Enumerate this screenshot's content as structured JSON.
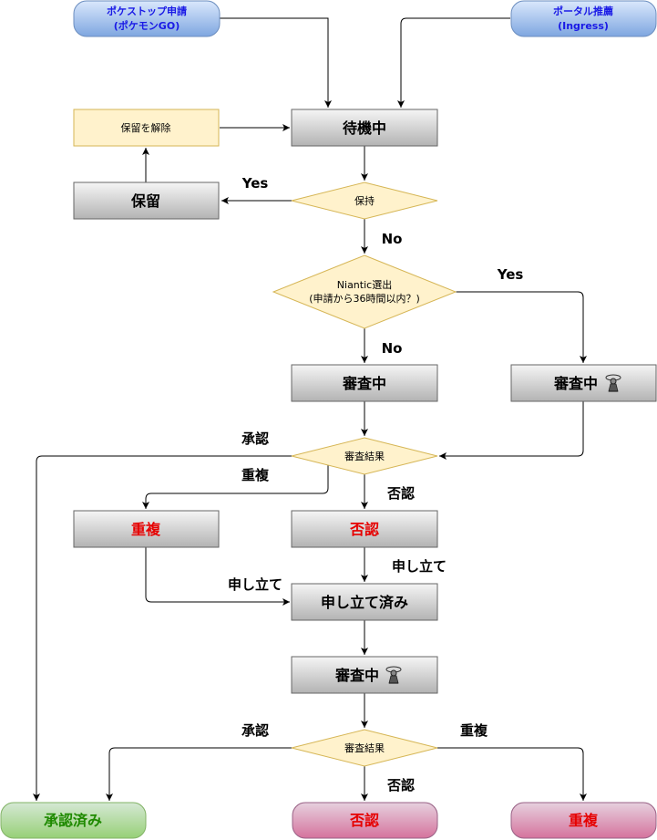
{
  "nodes": {
    "start_pokestop_line1": "ポケストップ申請",
    "start_pokestop_line2": "(ポケモンGO)",
    "start_portal_line1": "ポータル推薦",
    "start_portal_line2": "(Ingress)",
    "release_hold": "保留を解除",
    "waiting": "待機中",
    "hold": "保留",
    "decision_hold": "保持",
    "decision_niantic_line1": "Niantic選出",
    "decision_niantic_line2": "(申請から36時間以内？)",
    "reviewing_1": "審査中",
    "reviewing_niantic": "審査中",
    "decision_result_1": "審査結果",
    "duplicate_1": "重複",
    "rejected_1": "否認",
    "appealed": "申し立て済み",
    "reviewing_2": "審査中",
    "decision_result_2": "審査結果",
    "end_approved": "承認済み",
    "end_rejected": "否認",
    "end_duplicate": "重複"
  },
  "edge_labels": {
    "hold_yes": "Yes",
    "hold_no": "No",
    "niantic_yes": "Yes",
    "niantic_no": "No",
    "result1_approve": "承認",
    "result1_duplicate": "重複",
    "result1_reject": "否認",
    "dup_appeal": "申し立て",
    "rej_appeal": "申し立て",
    "result2_approve": "承認",
    "result2_duplicate": "重複",
    "result2_reject": "否認"
  },
  "colors": {
    "start_fill_top": "#dae8fc",
    "start_fill_bottom": "#7ea6e0",
    "start_stroke": "#6c8ebf",
    "box_fill_top": "#f5f5f5",
    "box_fill_bottom": "#b3b3b3",
    "box_stroke": "#666666",
    "decision_fill": "#fff2cc",
    "decision_stroke": "#d6b656",
    "end_green_top": "#d5e8d4",
    "end_green_bottom": "#97d077",
    "end_green_stroke": "#82b366",
    "end_red_top": "#e6d0de",
    "end_red_bottom": "#d5739d",
    "end_red_stroke": "#996185"
  },
  "icons": {
    "niantic_reviewer": "wayfarer-icon"
  }
}
